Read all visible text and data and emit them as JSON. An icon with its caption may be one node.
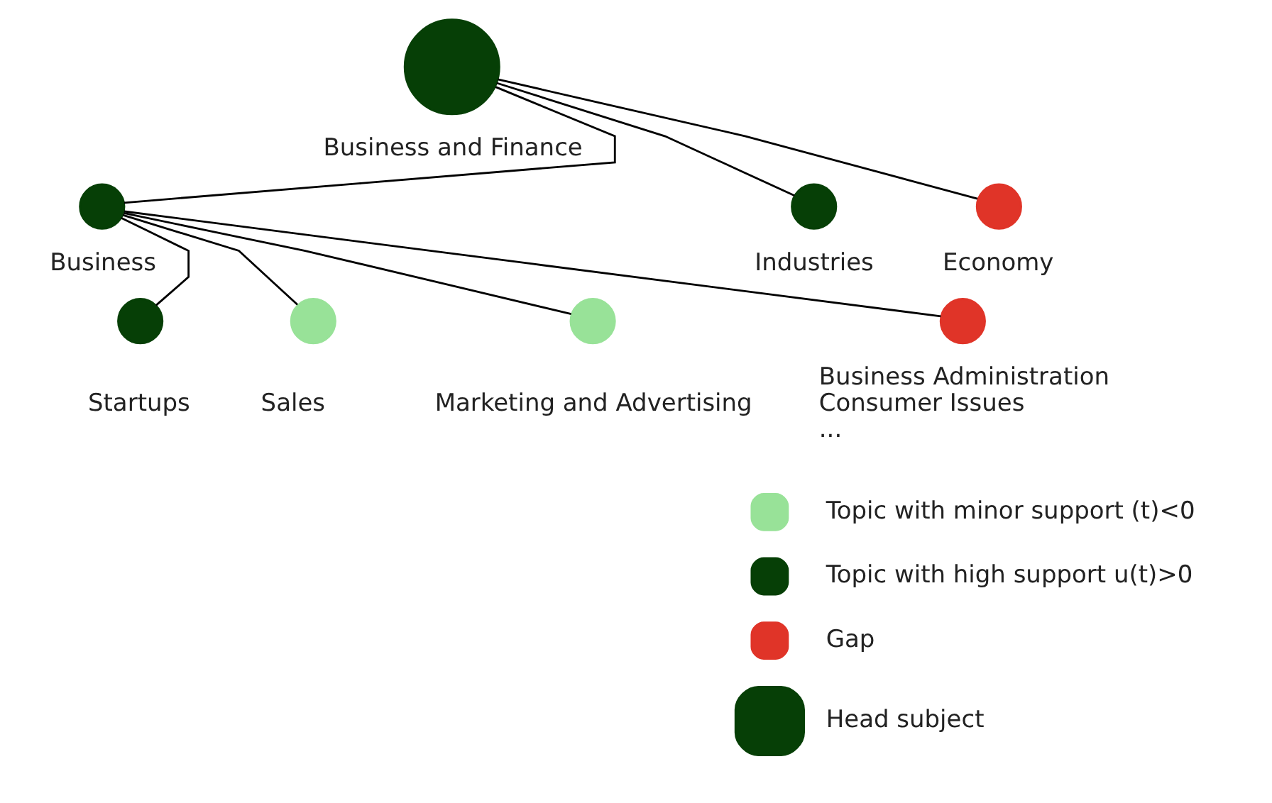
{
  "diagram": {
    "nodes": [
      {
        "text": [],
        "shape": "circle",
        "beside": [
          "Business and Finance"
        ]
      },
      {
        "text": [],
        "shape": "circle",
        "beside": [
          "Business"
        ]
      },
      {
        "text": [],
        "shape": "circle",
        "beside": [
          "Industries"
        ]
      },
      {
        "text": [],
        "shape": "circle",
        "beside": [
          "Economy"
        ]
      },
      {
        "text": [],
        "shape": "circle",
        "beside": [
          "Startups"
        ]
      },
      {
        "text": [],
        "shape": "circle",
        "beside": [
          "Sales"
        ]
      },
      {
        "text": [],
        "shape": "circle",
        "beside": [
          "Marketing and Advertising"
        ]
      },
      {
        "text": [],
        "shape": "circle",
        "beside": [
          "Business Administration",
          "Consumer Issues",
          "..."
        ]
      }
    ],
    "edges": [
      {
        "from": 0,
        "to": 1,
        "arrow": "none"
      },
      {
        "from": 0,
        "to": 2,
        "arrow": "none"
      },
      {
        "from": 0,
        "to": 3,
        "arrow": "none"
      },
      {
        "from": 1,
        "to": 4,
        "arrow": "none"
      },
      {
        "from": 1,
        "to": 5,
        "arrow": "none"
      },
      {
        "from": 1,
        "to": 6,
        "arrow": "none"
      },
      {
        "from": 1,
        "to": 7,
        "arrow": "none"
      }
    ],
    "legend": [
      {
        "text": "Topic with minor support (t)<0",
        "color": "#98e298"
      },
      {
        "text": "Topic with high support u(t)>0",
        "color": "#063f06"
      },
      {
        "text": "Gap",
        "color": "#e03428"
      },
      {
        "text": "Head subject",
        "color": "#063f06"
      }
    ]
  }
}
